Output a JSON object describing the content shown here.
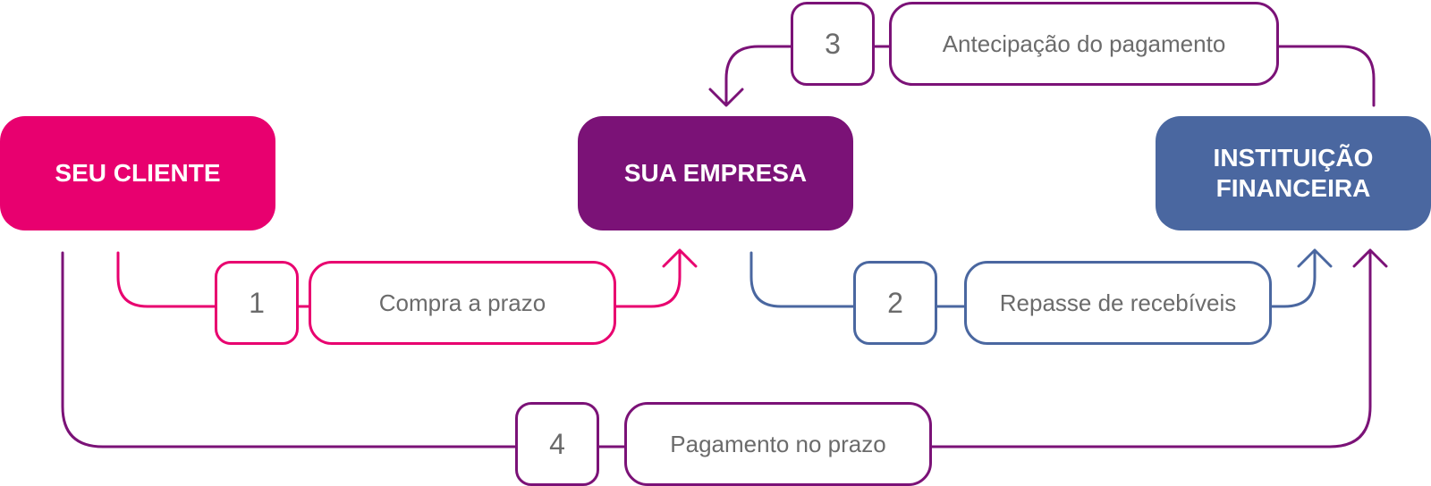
{
  "colors": {
    "pink": "#e8006f",
    "purple": "#7b1277",
    "blue": "#4a67a0",
    "text_gray": "#6b6b6b"
  },
  "nodes": {
    "cliente": {
      "label": "SEU CLIENTE"
    },
    "empresa": {
      "label": "SUA EMPRESA"
    },
    "instituicao": {
      "line1": "INSTITUIÇÃO",
      "line2": "FINANCEIRA"
    }
  },
  "steps": [
    {
      "number": "1",
      "label": "Compra a prazo"
    },
    {
      "number": "2",
      "label": "Repasse de recebíveis"
    },
    {
      "number": "3",
      "label": "Antecipação do pagamento"
    },
    {
      "number": "4",
      "label": "Pagamento no prazo"
    }
  ]
}
